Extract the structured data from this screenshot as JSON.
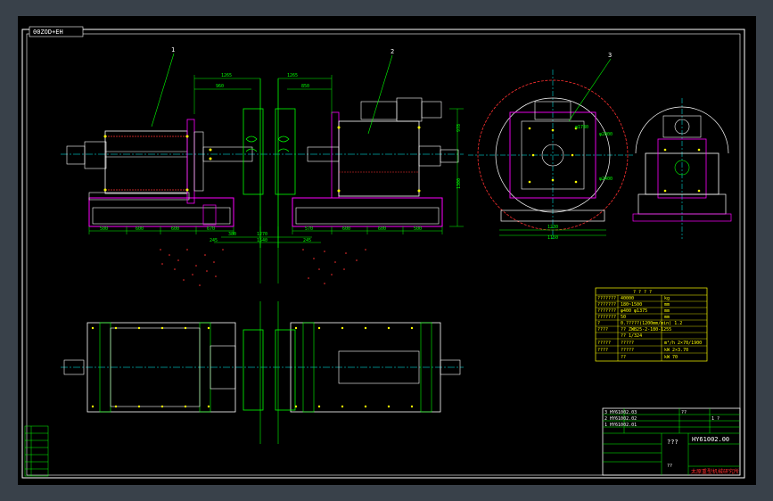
{
  "drawing": {
    "code_box": "00ZOD+EH",
    "part_labels": [
      "1",
      "2",
      "3"
    ],
    "dims_top": [
      "1265",
      "1265",
      "960",
      "850"
    ],
    "dims_bottom_left": [
      "500",
      "600",
      "600",
      "670"
    ],
    "dims_bottom_right": [
      "570",
      "600",
      "600",
      "500"
    ],
    "dims_center": [
      "1270",
      "1540",
      "245",
      "245",
      "380"
    ],
    "dims_side": [
      "1300",
      "978"
    ],
    "dims_circle": [
      "φ2000",
      "φ1780",
      "φ2400"
    ],
    "dims_endview": [
      "1230",
      "1150"
    ]
  },
  "spec_table": {
    "header": "? ? ? ?",
    "rows": [
      {
        "a": "???????",
        "b": "40000",
        "c": "kg"
      },
      {
        "a": "???????",
        "b": "180~1500",
        "c": "mm"
      },
      {
        "a": "???????",
        "b": "φ400 φ1375",
        "c": "mm"
      },
      {
        "a": "???????",
        "b": "50",
        "c": "mm"
      },
      {
        "a": "?",
        "b": "0.?????(1200mm/min) 1.2",
        "c": ""
      },
      {
        "a": "????",
        "b": "?? ZWB25-2-180-1255",
        "c": ""
      },
      {
        "a": "",
        "b": "?? 1/324",
        "c": ""
      },
      {
        "a": "?????",
        "b": "?????",
        "c": "m²/h 2×70/1900"
      },
      {
        "a": "????",
        "b": "?????",
        "c": "kW 2×3.70"
      },
      {
        "a": "",
        "b": "??",
        "c": "kW 70"
      }
    ]
  },
  "title_block": {
    "drawing_number": "HY61002.00",
    "name": "???",
    "scale_text": "??",
    "institute": "太原重型机械研究所",
    "rows": [
      "3 HY61002.03",
      "2 HY61002.02",
      "1 HY61002.01"
    ],
    "unit": "??",
    "rev": "1 ?"
  },
  "left_strip": {
    "cells": [
      "",
      "",
      "",
      "",
      "",
      "",
      ""
    ]
  }
}
